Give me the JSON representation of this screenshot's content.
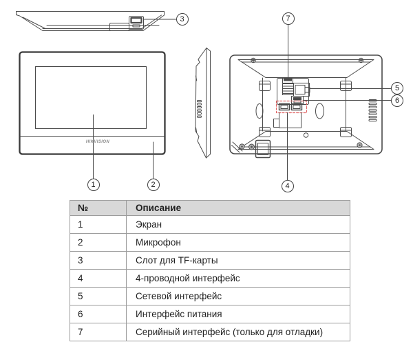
{
  "diagram": {
    "logo": "HIKVISION",
    "callouts": [
      {
        "label": "1",
        "target": "screen"
      },
      {
        "label": "2",
        "target": "microphone"
      },
      {
        "label": "3",
        "target": "tf-card-slot"
      },
      {
        "label": "4",
        "target": "4-wire-interface"
      },
      {
        "label": "5",
        "target": "network-interface"
      },
      {
        "label": "6",
        "target": "power-interface"
      },
      {
        "label": "7",
        "target": "serial-interface"
      }
    ],
    "views": [
      "top-view",
      "front-view",
      "side-view",
      "rear-view"
    ]
  },
  "colors": {
    "line": "#4a4a4a",
    "line_dark": "#3a3a3a",
    "accent_red": "#e06666",
    "table_border": "#9b9b9b",
    "table_header_bg": "#d8d8d8",
    "text": "#1f1f1f"
  },
  "table": {
    "headers": {
      "number": "№",
      "description": "Описание"
    },
    "rows": [
      {
        "number": "1",
        "description": "Экран"
      },
      {
        "number": "2",
        "description": "Микрофон"
      },
      {
        "number": "3",
        "description": "Слот для TF-карты"
      },
      {
        "number": "4",
        "description": "4-проводной интерфейс"
      },
      {
        "number": "5",
        "description": "Сетевой интерфейс"
      },
      {
        "number": "6",
        "description": "Интерфейс питания"
      },
      {
        "number": "7",
        "description": "Серийный интерфейс (только для отладки)"
      }
    ]
  }
}
